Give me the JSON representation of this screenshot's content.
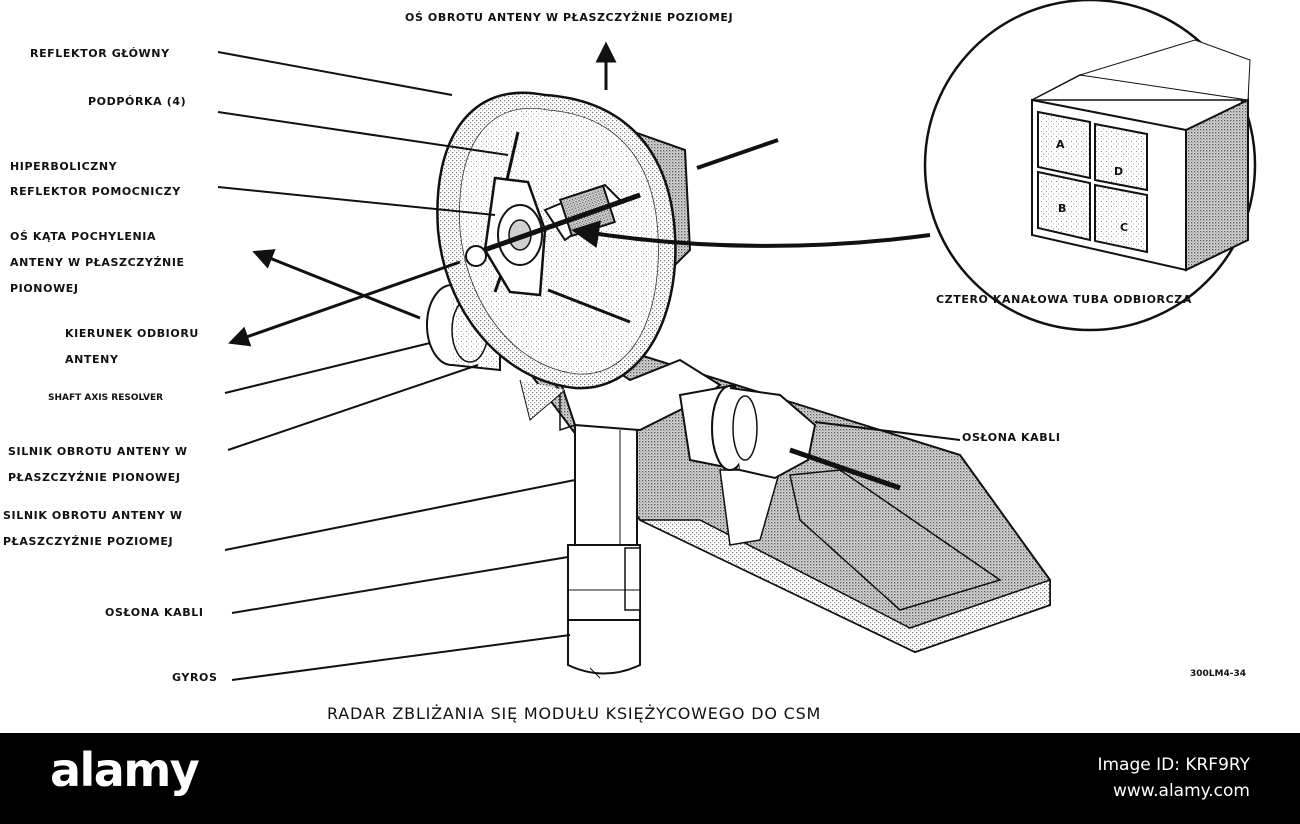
{
  "diagram": {
    "caption": "RADAR ZBLIŻANIA SIĘ MODUŁU KSIĘŻYCOWEGO DO CSM",
    "figure_code": "300LM4-34",
    "labels": {
      "azimuth_axis": "OŚ OBROTU ANTENY W PŁASZCZYŹNIE POZIOMEJ",
      "main_reflector": "REFLEKTOR GŁÓWNY",
      "strut": "PODPÓRKA (4)",
      "hyperbolic_reflector": [
        "HIPERBOLICZNY",
        "REFLEKTOR POMOCNICZY"
      ],
      "tilt_axis": [
        "OŚ KĄTA POCHYLENIA",
        "ANTENY W PŁASZCZYŹNIE",
        "PIONOWEJ"
      ],
      "receive_direction": [
        "KIERUNEK ODBIORU",
        "ANTENY"
      ],
      "shaft_resolver": "SHAFT AXIS RESOLVER",
      "tilt_motor": [
        "SILNIK OBROTU ANTENY W",
        "PŁASZCZYŹNIE PIONOWEJ"
      ],
      "azimuth_motor": [
        "SILNIK OBROTU ANTENY W",
        "PŁASZCZYŹNIE POZIOMEJ"
      ],
      "cable_cover_left": "OSŁONA KABLI",
      "gyros": "GYROS",
      "cable_cover_right": "OSŁONA KABLI",
      "feed_horn": "CZTERO KANAŁOWA TUBA  ODBIORCZA"
    },
    "feed_channels": [
      "A",
      "D",
      "B",
      "C"
    ]
  },
  "watermark": {
    "brand": "alamy",
    "image_id": "Image ID: KRF9RY",
    "site": "www.alamy.com"
  }
}
